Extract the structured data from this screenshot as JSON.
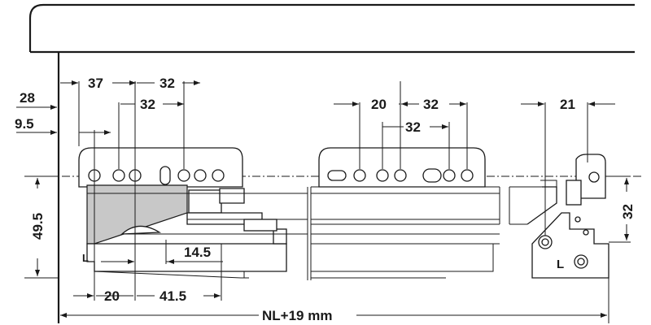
{
  "dimensions": {
    "d28": "28",
    "d9_5": "9.5",
    "d37": "37",
    "d32_top": "32",
    "d32_second": "32",
    "d49_5": "49.5",
    "d14_5": "14.5",
    "d20_bottom": "20",
    "d41_5": "41.5",
    "d20_mid": "20",
    "d32_mid_top": "32",
    "d32_mid_second": "32",
    "d21": "21",
    "d32_right": "32",
    "total": "NL+19 mm"
  },
  "markers": {
    "left_side": "L",
    "right_side": "L"
  },
  "colors": {
    "line": "#1a1a1a",
    "runner_fill": "#c8c8c8",
    "background": "#ffffff"
  }
}
